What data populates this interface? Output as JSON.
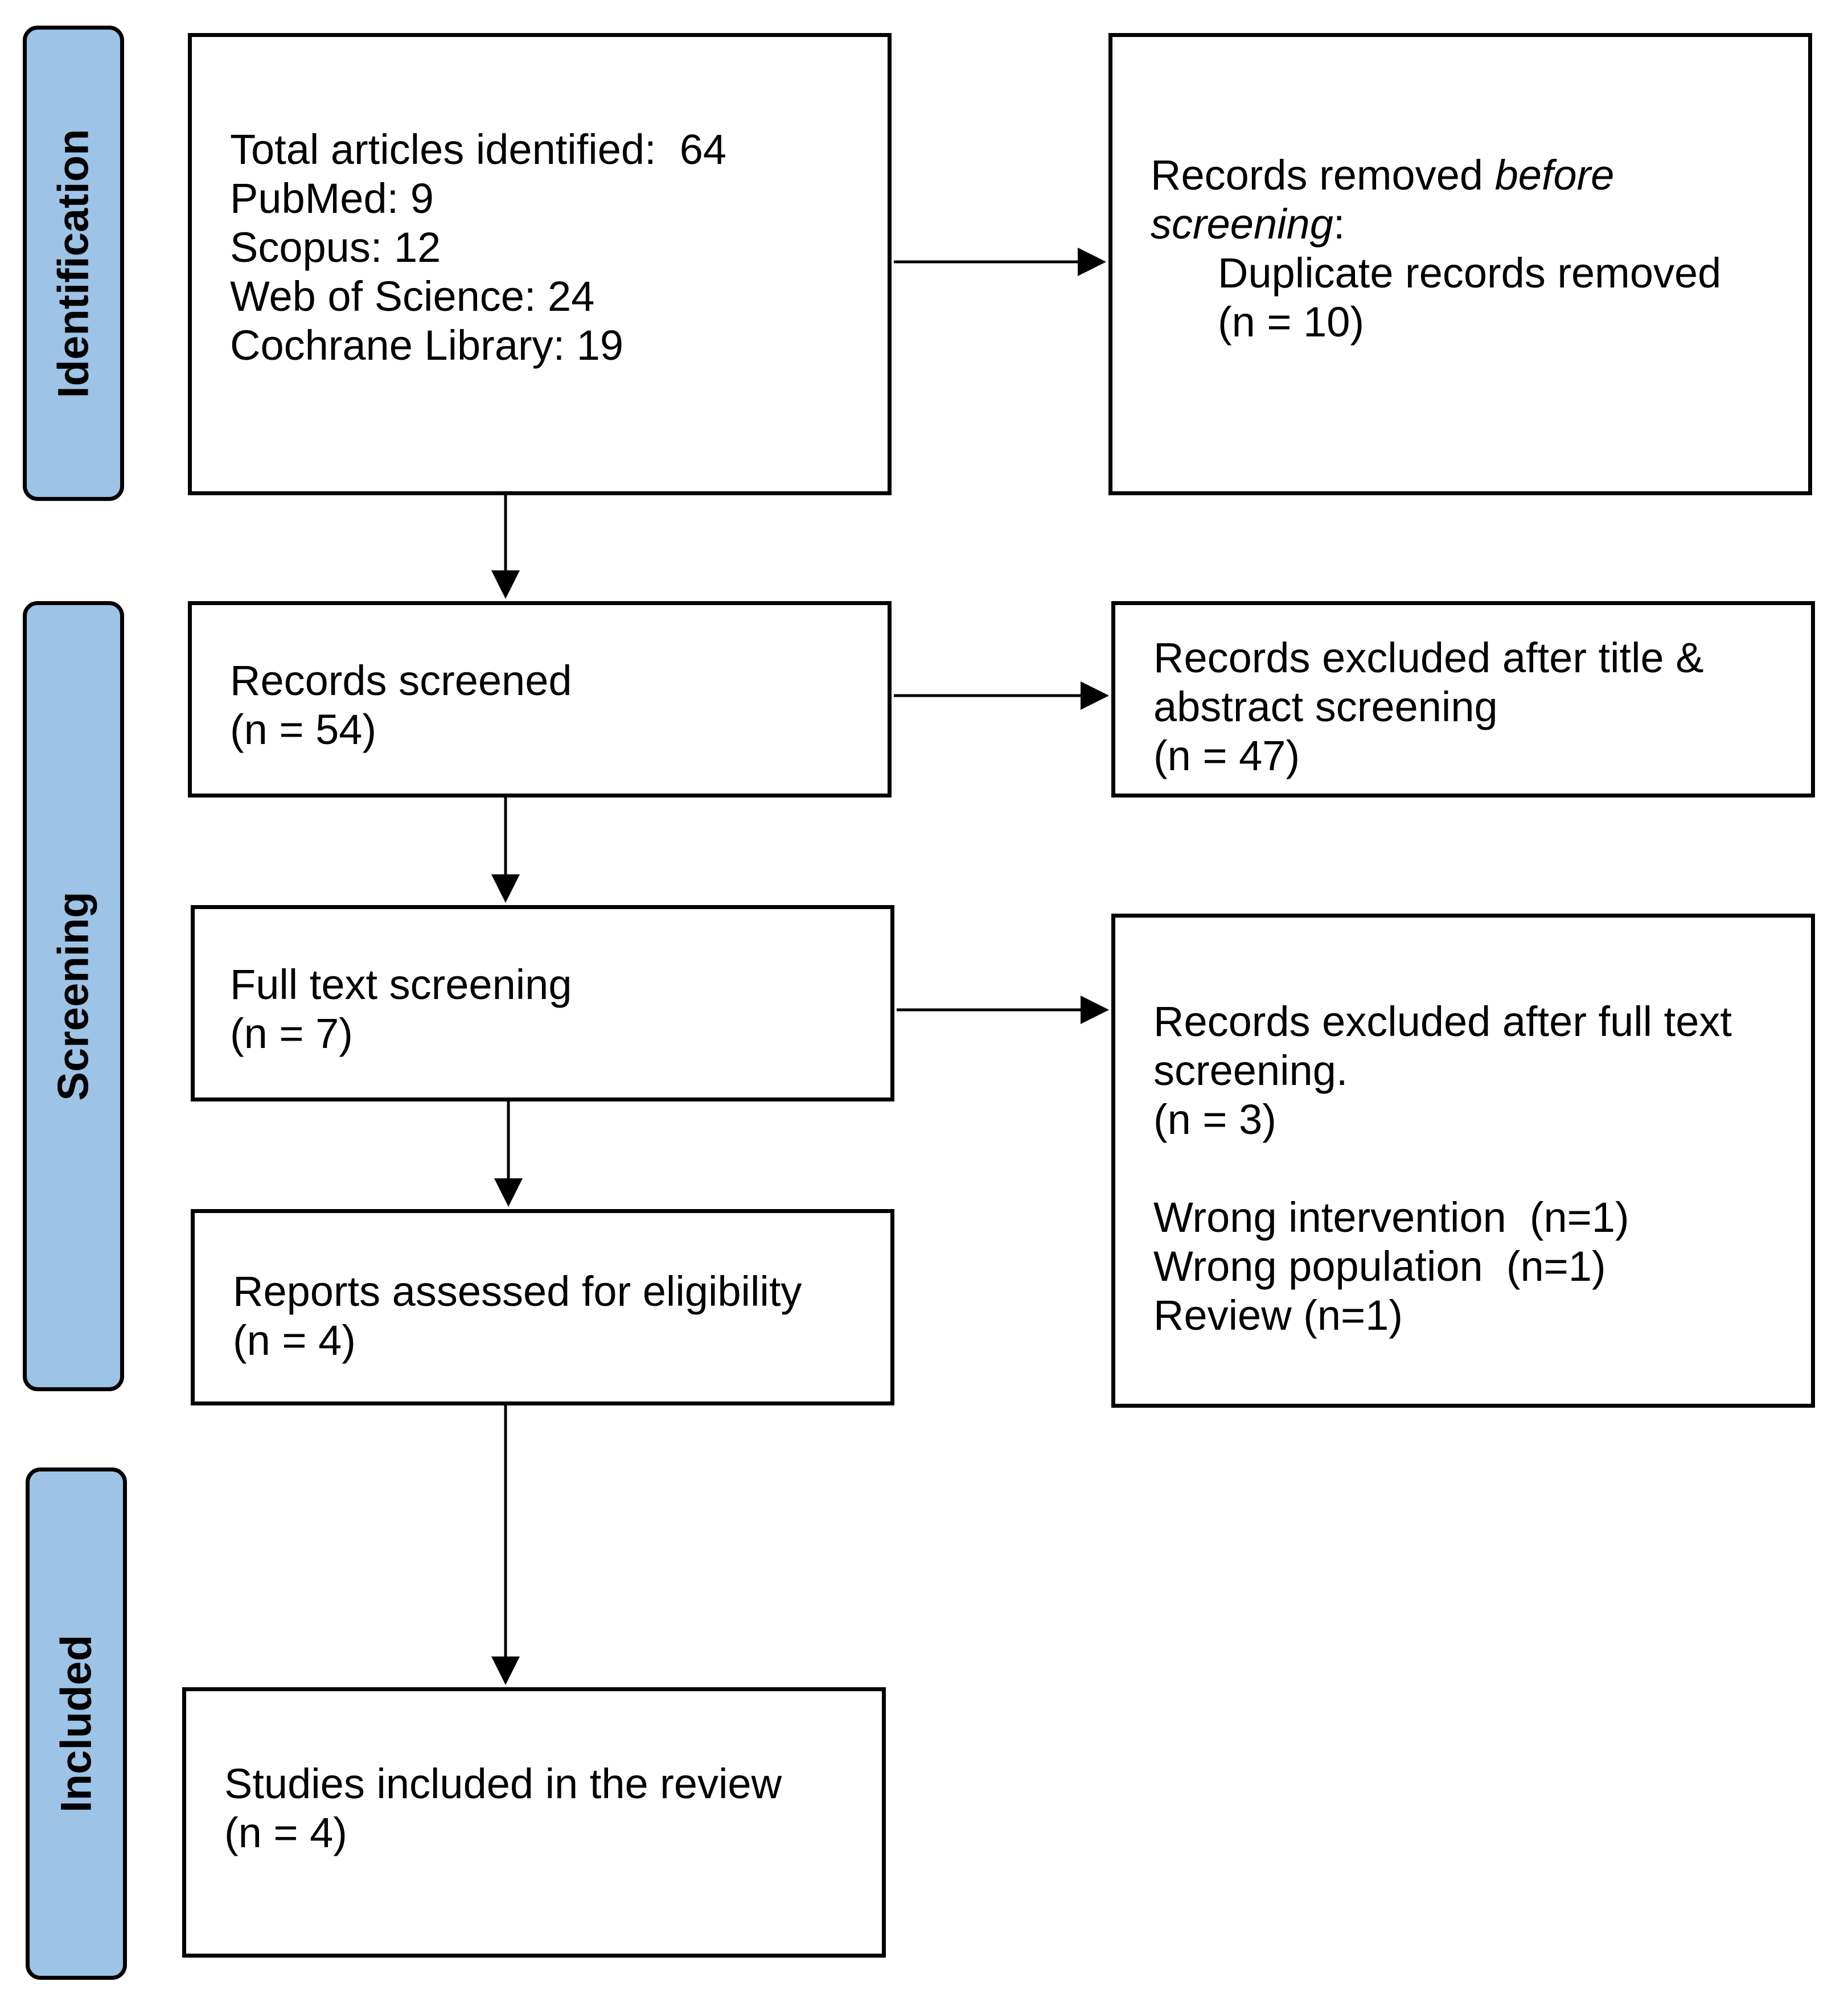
{
  "phases": {
    "identification": "Identification",
    "screening": "Screening",
    "included": "Included"
  },
  "identification_box": {
    "total": "Total articles identified:  64",
    "pubmed": "PubMed: 9",
    "scopus": "Scopus: 12",
    "wos": "Web of Science: 24",
    "cochrane": "Cochrane Library: 19"
  },
  "removed_box": {
    "prefix": "Records removed ",
    "italic": "before",
    "italic2": "screening",
    "colon": ":",
    "duplicates": "Duplicate records removed",
    "count": "(n = 10)"
  },
  "screened_box": {
    "label": "Records screened",
    "count": "(n = 54)"
  },
  "excluded_ta_box": {
    "line1": "Records excluded after title &",
    "line2": "abstract screening",
    "count": "(n = 47)"
  },
  "fulltext_box": {
    "label": "Full text screening",
    "count": "(n = 7)"
  },
  "excluded_ft_box": {
    "line1": "Records excluded after full text",
    "line2": "screening.",
    "count": "(n = 3)",
    "reasons": [
      "Wrong intervention  (n=1)",
      "Wrong population  (n=1)",
      "Review (n=1)"
    ]
  },
  "eligibility_box": {
    "label": "Reports assessed for eligibility",
    "count": "(n = 4)"
  },
  "included_box": {
    "label": "Studies included in the review",
    "count": "(n = 4)"
  }
}
